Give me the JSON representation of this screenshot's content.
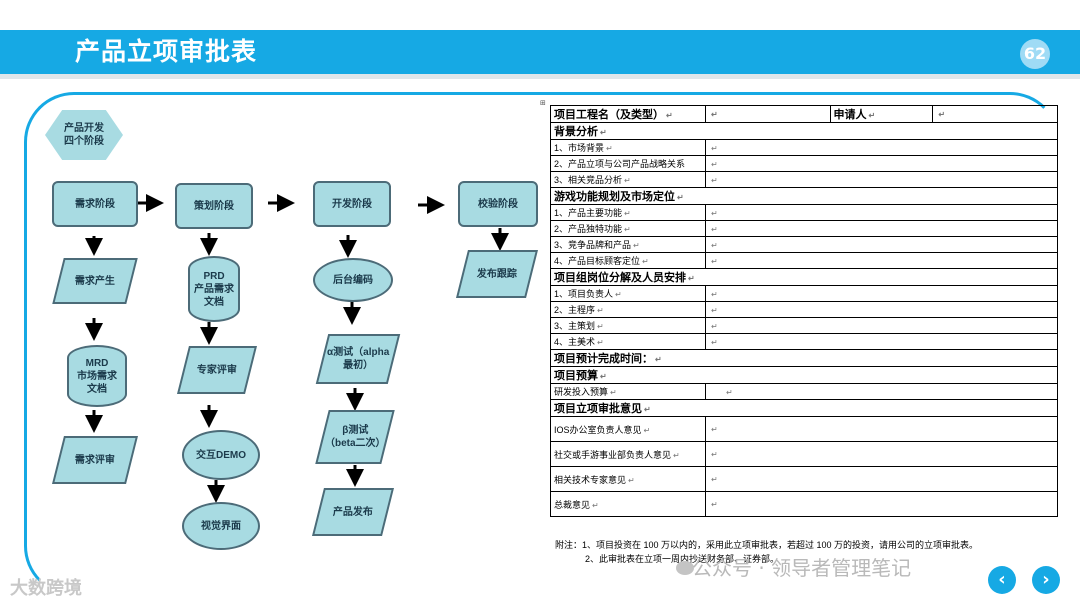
{
  "header": {
    "title": "产品立项审批表",
    "page_number": "62"
  },
  "flow": {
    "start": "产品开发\n四个阶段",
    "stages": [
      "需求阶段",
      "策划阶段",
      "开发阶段",
      "校验阶段"
    ],
    "col1": [
      "需求产生",
      "MRD\n市场需求\n文档",
      "需求评审"
    ],
    "col2": [
      "PRD\n产品需求\n文档",
      "专家评审",
      "交互DEMO",
      "视觉界面"
    ],
    "col3": [
      "后台编码",
      "α测试（alpha\n最初）",
      "β测试\n（beta二次）",
      "产品发布"
    ],
    "col4": [
      "发布跟踪"
    ]
  },
  "form": {
    "row1": {
      "label": "项目工程名（及类型）",
      "applicant": "申请人"
    },
    "sec_background": "背景分析",
    "background_items": [
      "1、市场背景",
      "2、产品立项与公司产品战略关系",
      "3、相关竞品分析"
    ],
    "sec_positioning": "游戏功能规划及市场定位",
    "positioning_items": [
      "1、产品主要功能",
      "2、产品独特功能",
      "3、竞争品牌和产品",
      "4、产品目标顾客定位"
    ],
    "sec_staff": "项目组岗位分解及人员安排",
    "staff_items": [
      "1、项目负责人",
      "2、主程序",
      "3、主策划",
      "4、主美术"
    ],
    "sec_time": "项目预计完成时间：",
    "sec_budget": "项目预算",
    "budget_item": "研发投入预算",
    "sec_approval": "项目立项审批意见",
    "approval_items": [
      "IOS办公室负责人意见",
      "社交或手游事业部负责人意见",
      "相关技术专家意见",
      "总裁意见"
    ]
  },
  "notes": {
    "line1": "附注：1、项目投资在 100 万以内的，采用此立项审批表，若超过 100 万的投资，请用公司的立项审批表。",
    "line2": "2、此审批表在立项一周内抄送财务部、证券部。"
  },
  "watermark": "公众号 · 领导者管理笔记",
  "logo_text": "大数跨境",
  "colors": {
    "accent": "#16a9e4",
    "node_fill": "#a8dbe2",
    "node_border": "#4c6b78"
  }
}
